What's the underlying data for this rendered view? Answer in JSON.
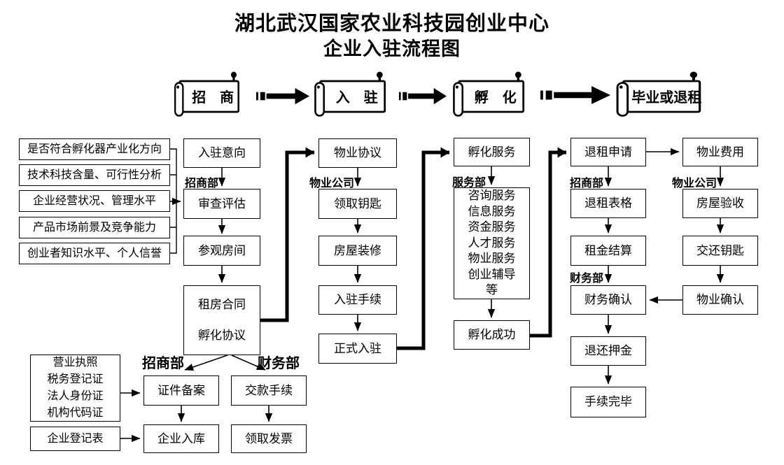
{
  "colors": {
    "ink": "#000000",
    "paper": "#ffffff"
  },
  "title": {
    "line1": "湖北武汉国家农业科技园创业中心",
    "line2": "企业入驻流程图"
  },
  "stages": {
    "s1": "招　商",
    "s2": "入　驻",
    "s3": "孵　化",
    "s4": "毕业或退租"
  },
  "criteria": [
    "是否符合孵化器产业化方向",
    "技术科技含量、可行性分析",
    "企业经营状况、管理水平",
    "产品市场前景及竞争能力",
    "创业者知识水平、个人信誉"
  ],
  "depts": {
    "b_recruit": "招商部",
    "c_property": "物业公司",
    "d_service": "服务部",
    "e_recruit": "招商部",
    "e_finance": "财务部",
    "f_property": "物业公司",
    "g_recruit": "招商部",
    "g_finance": "财务部"
  },
  "boxes": {
    "intent": "入驻意向",
    "review": "审查评估",
    "visit": "参观房间",
    "contract": "租房合同\n孵化协议",
    "property_agreement": "物业协议",
    "get_keys": "领取钥匙",
    "renovation": "房屋装修",
    "entry_procedures": "入驻手续",
    "official_entry": "正式入驻",
    "incubation_service": "孵化服务",
    "services": "咨询服务\n信息服务\n资金服务\n人才服务\n物业服务\n创业辅导\n等",
    "incubation_success": "孵化成功",
    "termination_request": "退租申请",
    "termination_form": "退租表格",
    "rent_settlement": "租金结算",
    "finance_confirm": "财务确认",
    "deposit_refund": "退还押金",
    "procedure_complete": "手续完毕",
    "property_fee": "物业费用",
    "house_inspection": "房屋验收",
    "return_keys": "交还钥匙",
    "property_confirm": "物业确认",
    "documents": "营业执照\n税务登记证\n法人身份证\n机构代码证",
    "registration_form": "企业登记表",
    "document_filing": "证件备案",
    "payment_procedures": "交款手续",
    "company_storage": "企业入库",
    "get_invoice": "领取发票"
  }
}
